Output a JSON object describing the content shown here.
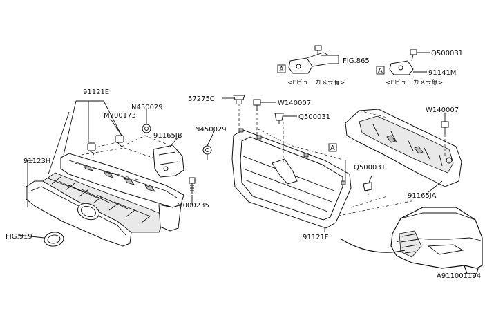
{
  "diagram": {
    "id": "A911001194",
    "labels": {
      "p91121E": "91121E",
      "pM700173": "M700173",
      "pN450029a": "N450029",
      "pN450029b": "N450029",
      "p91165JB": "91165JB",
      "p91123H": "91123H",
      "pM000235": "M000235",
      "pFIG919": "FIG.919",
      "p57275C": "57275C",
      "pW140007a": "W140007",
      "pQ500031a": "Q500031",
      "p91121F": "91121F",
      "pFIG865": "FIG.865",
      "pQ500031b": "Q500031",
      "p91141M": "91141M",
      "pW140007b": "W140007",
      "pQ500031c": "Q500031",
      "p91165JA": "91165JA"
    },
    "notes": {
      "cam_with": "<Fビューカメラ有>",
      "cam_without": "<Fビューカメラ無>"
    },
    "ref_marks": {
      "a1": "A",
      "a2": "A",
      "a3": "A"
    }
  }
}
